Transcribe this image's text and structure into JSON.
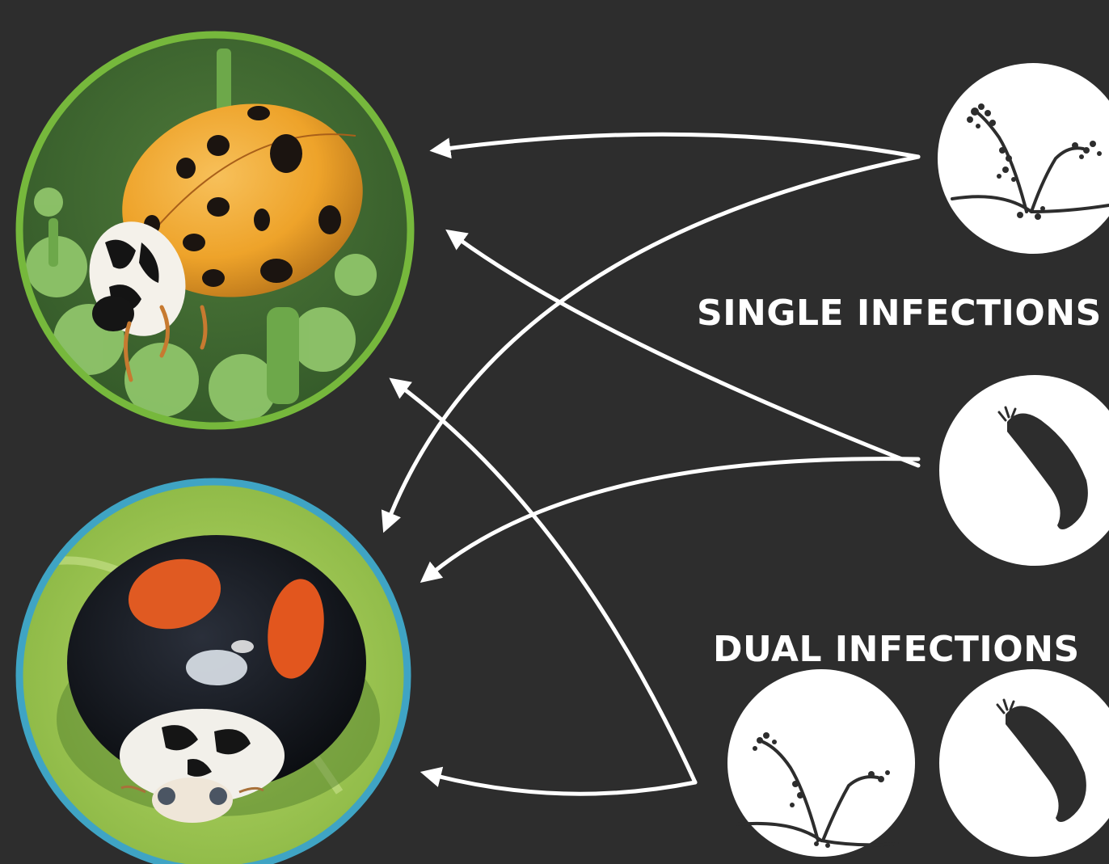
{
  "labels": {
    "single": "SINGLE INFECTIONS",
    "dual": "DUAL INFECTIONS"
  },
  "nodes": {
    "ladybird_orange": {
      "icon": "orange-spotted-ladybird-photo",
      "ring_color": "#76b83c",
      "body_color": "#f0a020"
    },
    "ladybird_black": {
      "icon": "black-red-spotted-ladybird-photo",
      "ring_color": "#3fa4c4",
      "body_color": "#111418"
    },
    "fungus": {
      "icon": "fungus-icon"
    },
    "nematode": {
      "icon": "nematode-icon"
    }
  },
  "colors": {
    "background": "#2d2d2d",
    "arrow": "#ffffff",
    "silhouette": "#2d2d2d"
  }
}
